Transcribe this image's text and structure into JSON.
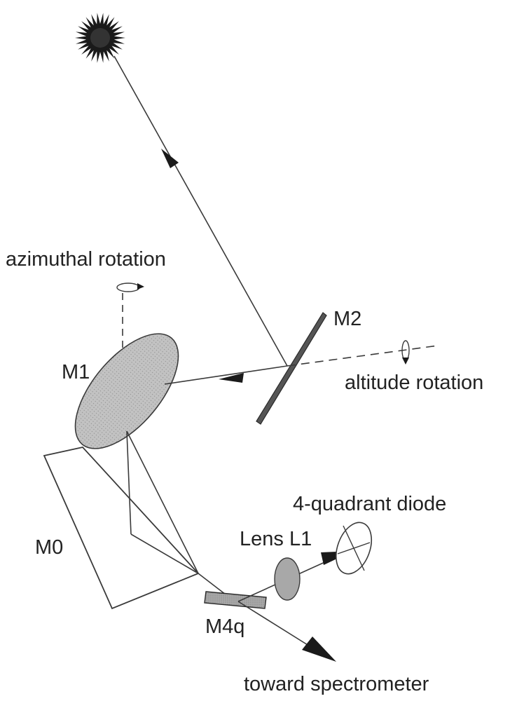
{
  "labels": {
    "azimuthal": "azimuthal rotation",
    "m1": "M1",
    "m2": "M2",
    "altitude": "altitude rotation",
    "quadrant": "4-quadrant diode",
    "lens": "Lens L1",
    "m0": "M0",
    "m4q": "M4q",
    "spectrometer": "toward spectrometer"
  },
  "colors": {
    "line": "#3a3a3a",
    "mirror_fill": "#bdbdbd",
    "lens_fill": "#a8a8a8",
    "sun": "#1a1a1a",
    "text": "#222222"
  }
}
